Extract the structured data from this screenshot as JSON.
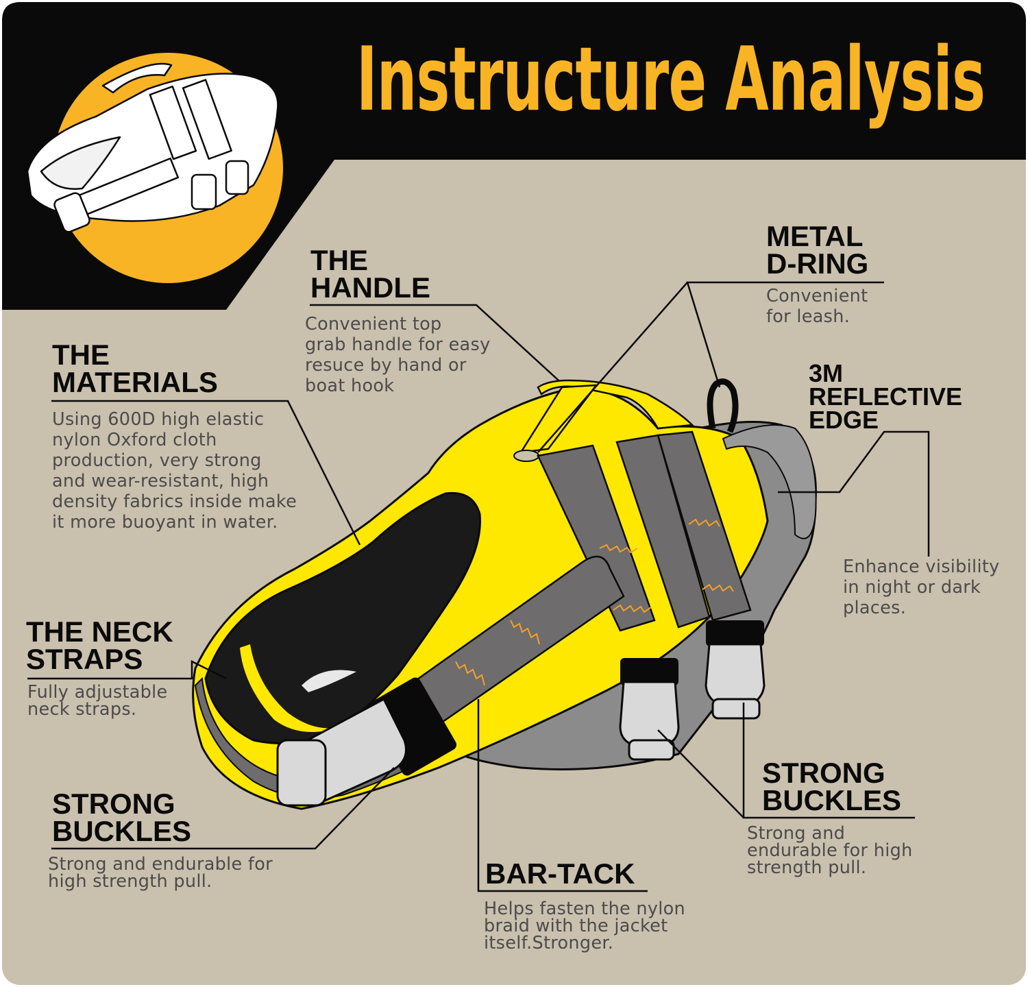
{
  "title": "Instructure Analysis",
  "colors": {
    "accent": "#f9b425",
    "black": "#0a0a0a",
    "panel": "#c9c0ae",
    "jacket_yellow": "#ffe800",
    "strap_gray": "#6e6c6d",
    "body_gray": "#8b8b8b",
    "stitch": "#f4a126"
  },
  "callouts": {
    "handle": {
      "heading": [
        "THE",
        "HANDLE"
      ],
      "text": [
        "Convenient top",
        "grab handle for easy",
        "resuce by hand or",
        "boat hook"
      ]
    },
    "dring": {
      "heading": [
        "METAL",
        "D-RING"
      ],
      "text": [
        "Convenient",
        "for leash."
      ]
    },
    "materials": {
      "heading": [
        "THE",
        "MATERIALS"
      ],
      "text": [
        "Using 600D high elastic",
        "nylon Oxford cloth",
        "production, very strong",
        "and wear-resistant, high",
        "density fabrics inside make",
        "it more buoyant in water."
      ]
    },
    "reflective": {
      "heading": [
        "3M",
        "REFLECTIVE",
        "EDGE"
      ],
      "text": [
        "Enhance visibility",
        "in night or dark",
        "places."
      ]
    },
    "neck": {
      "heading": [
        "THE NECK",
        "STRAPS"
      ],
      "text": [
        "Fully adjustable",
        "neck straps."
      ]
    },
    "buckles_left": {
      "heading": [
        "STRONG",
        "BUCKLES"
      ],
      "text": [
        "Strong and endurable for",
        "high strength pull."
      ]
    },
    "buckles_right": {
      "heading": [
        "STRONG",
        "BUCKLES"
      ],
      "text": [
        "Strong and",
        "endurable for high",
        "strength pull."
      ]
    },
    "bartack": {
      "heading": [
        "BAR-TACK"
      ],
      "text": [
        "Helps fasten the nylon",
        "braid with the jacket",
        "itself.Stronger."
      ]
    }
  }
}
